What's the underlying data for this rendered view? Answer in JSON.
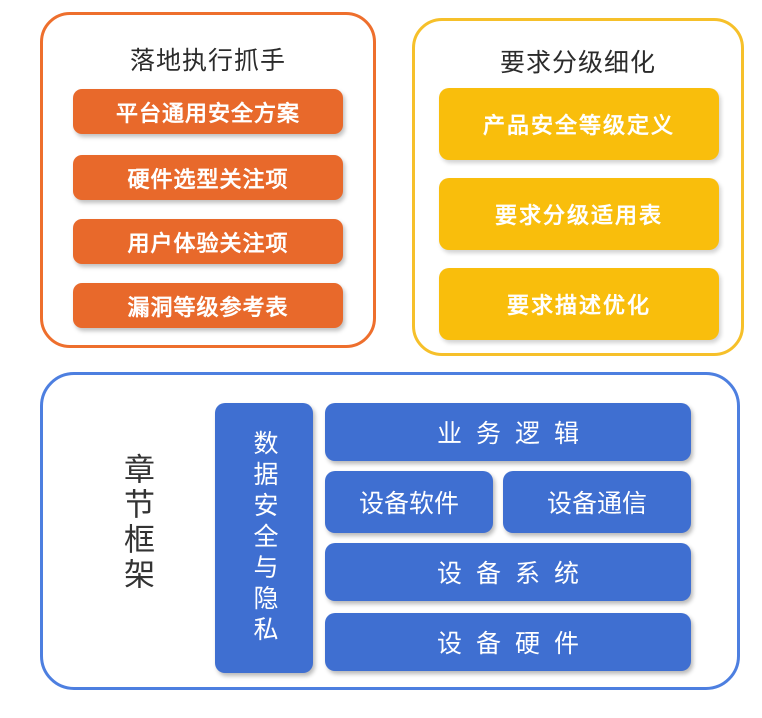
{
  "landing": {
    "title": "落地执行抓手",
    "items": [
      "平台通用安全方案",
      "硬件选型关注项",
      "用户体验关注项",
      "漏洞等级参考表"
    ]
  },
  "refinement": {
    "title": "要求分级细化",
    "items": [
      "产品安全等级定义",
      "要求分级适用表",
      "要求描述优化"
    ]
  },
  "framework": {
    "label": "章节框架",
    "data_security": "数据安全与隐私",
    "business_logic": "业务逻辑",
    "device_software": "设备软件",
    "device_communication": "设备通信",
    "device_system": "设备系统",
    "device_hardware": "设备硬件"
  },
  "colors": {
    "orange": "#e8692b",
    "orange_border": "#ee6f2d",
    "yellow": "#f9be0c",
    "yellow_border": "#f6c02a",
    "blue": "#3f6fd1",
    "blue_border": "#4d7fe0"
  }
}
